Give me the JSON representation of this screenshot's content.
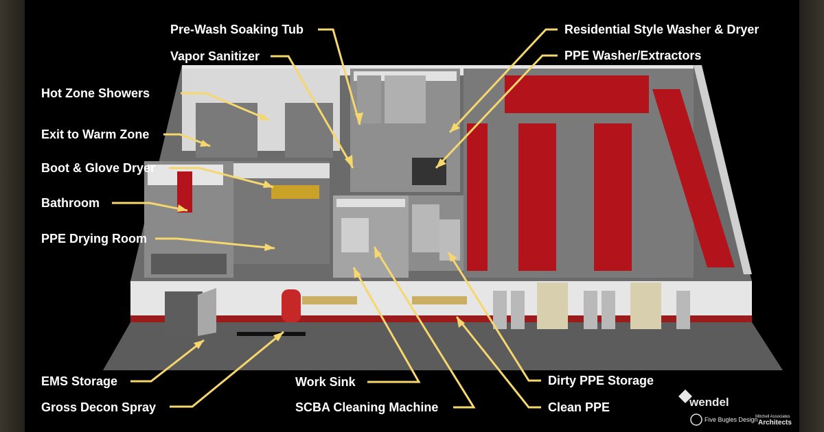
{
  "colors": {
    "leader": "#f5d76e",
    "label_text": "#ffffff",
    "background": "#000000",
    "floor": "#6e6e6e",
    "wall": "#d8d8d8",
    "locker_red": "#b3131b"
  },
  "labels": {
    "pre_wash_soaking_tub": "Pre-Wash Soaking Tub",
    "vapor_sanitizer": "Vapor Sanitizer",
    "hot_zone_showers": "Hot Zone Showers",
    "exit_to_warm_zone": "Exit to Warm Zone",
    "boot_glove_dryer": "Boot & Glove Dryer",
    "bathroom": "Bathroom",
    "ppe_drying_room": "PPE Drying Room",
    "ems_storage": "EMS Storage",
    "gross_decon_spray": "Gross Decon Spray",
    "work_sink": "Work Sink",
    "scba_cleaning_machine": "SCBA Cleaning Machine",
    "residential_washer_dryer": "Residential Style Washer & Dryer",
    "ppe_washer_extractors": "PPE Washer/Extractors",
    "dirty_ppe_storage": "Dirty PPE Storage",
    "clean_ppe": "Clean PPE"
  },
  "logos": {
    "wendel": "wendel",
    "five_bugles": "Five Bugles Design",
    "mitchell_small": "Mitchell Associates",
    "mitchell_big": "Architects"
  }
}
